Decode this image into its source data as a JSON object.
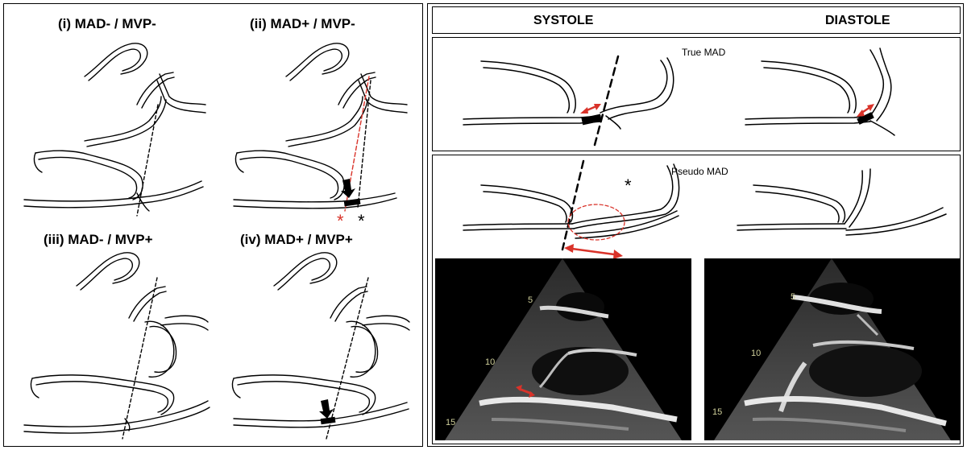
{
  "left_panel": {
    "quadrants": [
      {
        "label": "(i) MAD- / MVP-"
      },
      {
        "label": "(ii) MAD+ / MVP-"
      },
      {
        "label": "(iii) MAD- / MVP+"
      },
      {
        "label": "(iv) MAD+ / MVP+"
      }
    ],
    "markers": {
      "red_asterisk": "*",
      "black_asterisk": "*"
    }
  },
  "right_panel": {
    "headers": {
      "systole": "SYSTOLE",
      "diastole": "DIASTOLE"
    },
    "true_mad": {
      "label": "True MAD"
    },
    "pseudo_mad": {
      "label": "Pseudo MAD",
      "asterisk": "*"
    },
    "echo_depth_ticks": [
      "5",
      "10",
      "15"
    ]
  },
  "colors": {
    "annotation_red": "#d9332a",
    "line": "#000000",
    "echo_bg": "#000000"
  }
}
